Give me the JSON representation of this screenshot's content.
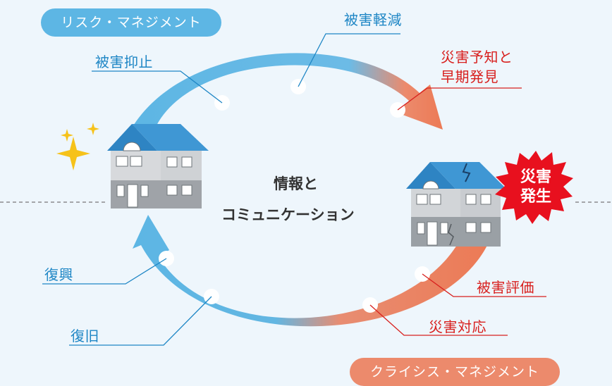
{
  "pills": {
    "risk_management": "リスク・マネジメント",
    "crisis_management": "クライシス・マネジメント"
  },
  "labels": {
    "damage_mitigation": "被害軽減",
    "damage_deterrence": "被害抑止",
    "prediction_line1": "災害予知と",
    "prediction_line2": "早期発見",
    "damage_assessment": "被害評価",
    "disaster_response": "災害対応",
    "reconstruction": "復興",
    "restoration": "復旧"
  },
  "center": {
    "line1": "情報と",
    "line2": "コミュニケーション"
  },
  "burst": {
    "line1": "災害",
    "line2": "発生"
  },
  "colors": {
    "blue_arrow": "#5db6e4",
    "orange_arrow": "#ec7a55",
    "blue_text": "#1e86c5",
    "red_text": "#d8201e",
    "burst": "#e8101e"
  }
}
